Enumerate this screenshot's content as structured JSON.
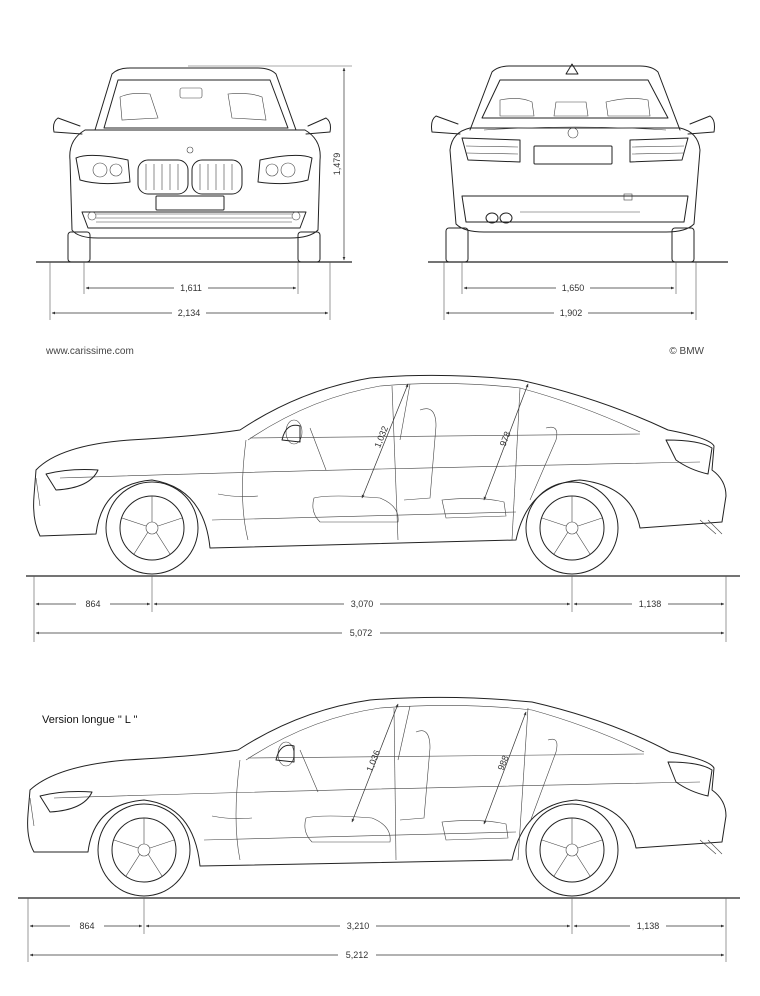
{
  "credits": {
    "website": "www.carissime.com",
    "copyright": "© BMW"
  },
  "front_view": {
    "height": "1,479",
    "track": "1,611",
    "width": "2,134"
  },
  "rear_view": {
    "track": "1,650",
    "width": "1,902"
  },
  "side_view": {
    "front_headroom": "1,032",
    "rear_headroom": "978",
    "front_overhang": "864",
    "wheelbase": "3,070",
    "rear_overhang": "1,138",
    "length": "5,072"
  },
  "long_version": {
    "caption": "Version longue \" L \"",
    "front_headroom": "1,036",
    "rear_headroom": "988",
    "front_overhang": "864",
    "wheelbase": "3,210",
    "rear_overhang": "1,138",
    "length": "5,212"
  }
}
